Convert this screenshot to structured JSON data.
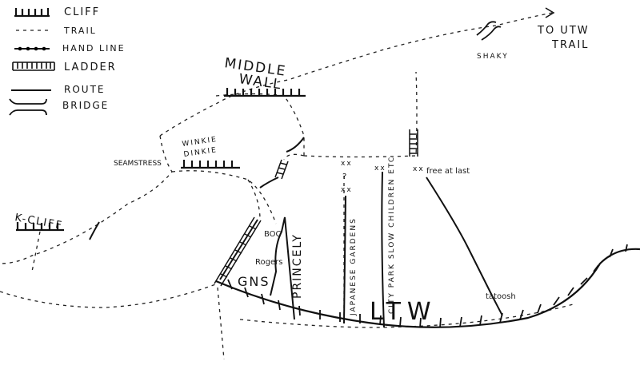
{
  "legend": {
    "items": [
      {
        "symbol": "cliff",
        "label": "CLIFF"
      },
      {
        "symbol": "trail",
        "label": "TRAIL"
      },
      {
        "symbol": "hand-line",
        "label": "HAND LINE"
      },
      {
        "symbol": "ladder",
        "label": "LADDER"
      },
      {
        "symbol": "route",
        "label": "ROUTE"
      },
      {
        "symbol": "bridge",
        "label": "BRIDGE"
      }
    ]
  },
  "areas": {
    "middle_wall": [
      "MIDDLE",
      "WALL"
    ],
    "winkie_dinkie": [
      "WINKIE",
      "DINKIE"
    ],
    "k_cliff": "K-CLIFF",
    "ltw": "LTW",
    "to_utw": [
      "TO UTW",
      "TRAIL"
    ],
    "shaky": "SHAKY"
  },
  "routes": {
    "seamstress": "SEAMSTRESS",
    "boc": "BOC",
    "rogers": "Rogers",
    "gns": "GNS",
    "princely": "PRINCELY",
    "japanese_gardens": "JAPANESE GARDENS",
    "city_park": "CITY PARK SLOW CHILDREN ETC",
    "free_at_last": "free at last",
    "tatoosh": "tatoosh",
    "question": "?"
  },
  "colors": {
    "ink": "#111111",
    "paper": "#ffffff"
  }
}
